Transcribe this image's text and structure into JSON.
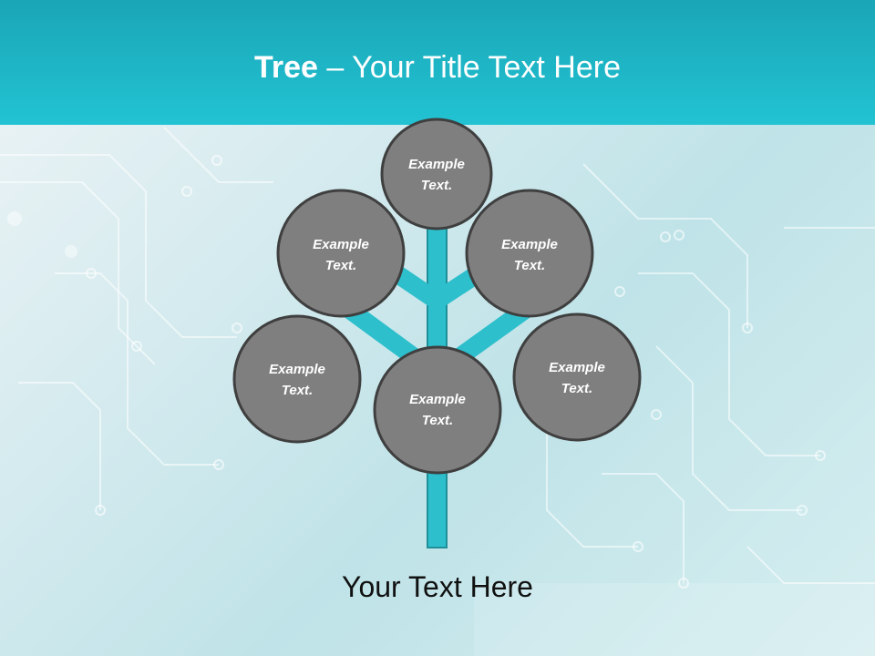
{
  "slide": {
    "title_bold": "Tree",
    "title_rest": " – Your Title Text Here",
    "caption": "Your Text Here"
  },
  "colors": {
    "header": "#22c3d3",
    "trunk": "#2dbfcc",
    "node_fill": "#7f7f7f",
    "node_stroke": "#3f3f3f"
  },
  "tree": {
    "nodes": [
      {
        "id": "top",
        "line1": "Example",
        "line2": "Text."
      },
      {
        "id": "upper-left",
        "line1": "Example",
        "line2": "Text."
      },
      {
        "id": "upper-right",
        "line1": "Example",
        "line2": "Text."
      },
      {
        "id": "lower-left",
        "line1": "Example",
        "line2": "Text."
      },
      {
        "id": "center",
        "line1": "Example",
        "line2": "Text."
      },
      {
        "id": "lower-right",
        "line1": "Example",
        "line2": "Text."
      }
    ]
  }
}
